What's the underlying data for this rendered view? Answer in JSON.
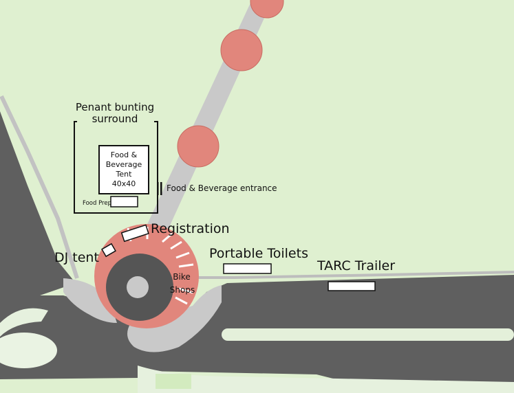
{
  "labels": {
    "pennant_line1": "Penant bunting",
    "pennant_line2": "surround",
    "tent_line1": "Food &",
    "tent_line2": "Beverage",
    "tent_line3": "Tent",
    "tent_line4": "40x40",
    "entrance": "Food & Beverage entrance",
    "food_prep": "Food Prep",
    "registration": "Registration",
    "dj_tent": "DJ  tent",
    "portable_toilets": "Portable Toilets",
    "tarc_trailer": "TARC Trailer",
    "bike_line1": "Bike",
    "bike_line2": "Shops"
  },
  "colors": {
    "lawn": "#dff0d0",
    "road": "#5f5f5f",
    "curb": "#cfcfcf",
    "path": "#c9c9c9",
    "tree": "#e1867c",
    "plaza": "#e1867c",
    "center_ring": "#555555"
  }
}
